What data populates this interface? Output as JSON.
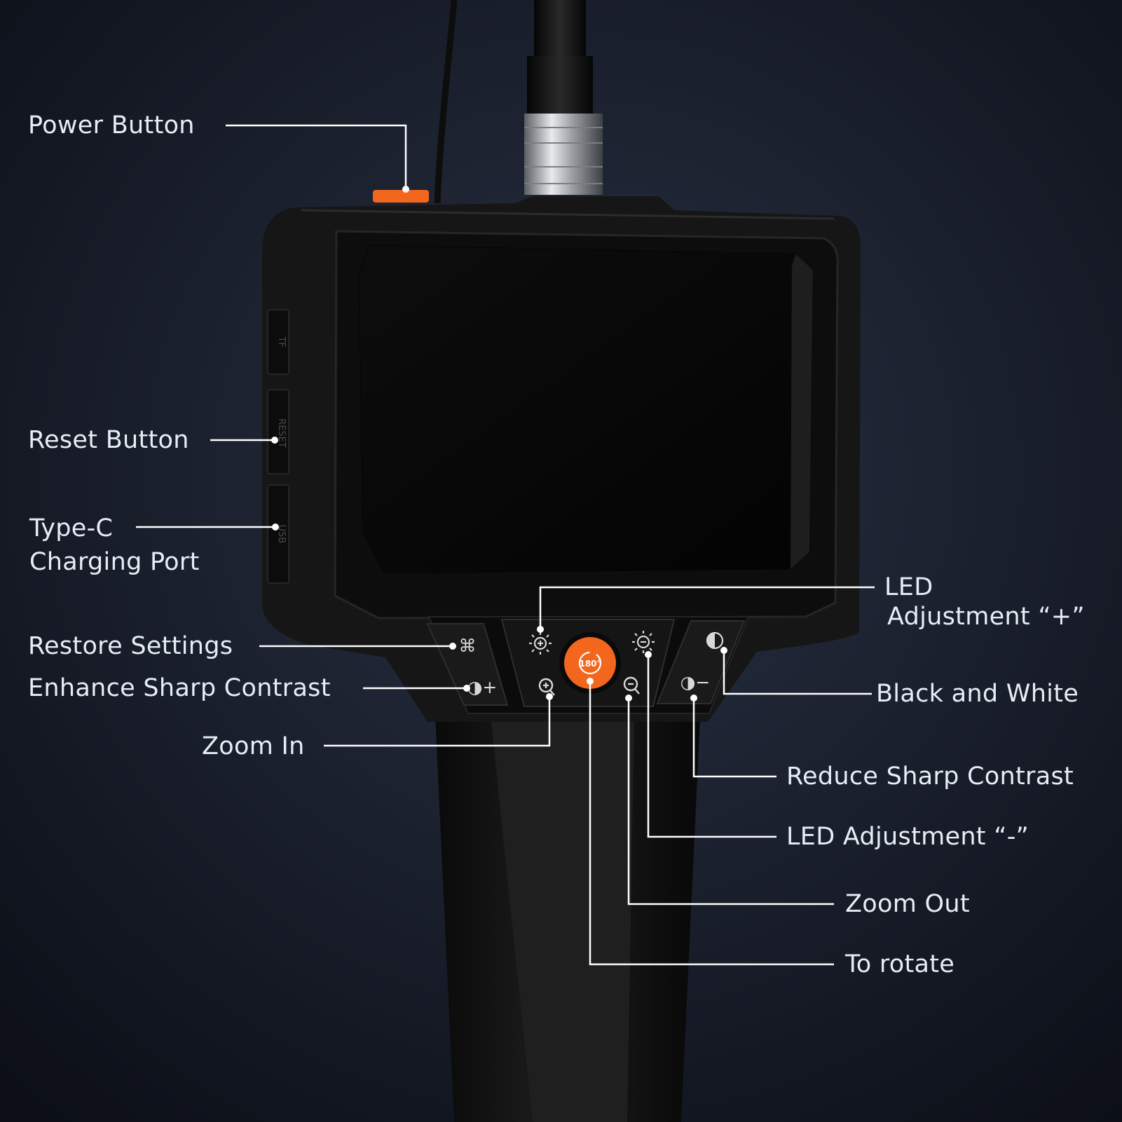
{
  "colors": {
    "background_center": "#283042",
    "background_edge": "#0c0f17",
    "device_body": "#161616",
    "screen": "#050505",
    "accent_orange": "#f2661d",
    "callout": "#ffffff",
    "label_text": "#e6edf6"
  },
  "callouts": {
    "power_button": "Power Button",
    "reset_button": "Reset Button",
    "type_c_line1": "Type-C",
    "type_c_line2": "Charging Port",
    "restore_settings": "Restore Settings",
    "enhance_contrast": "Enhance Sharp Contrast",
    "zoom_in": "Zoom In",
    "led_plus_line1": "LED",
    "led_plus_line2": "Adjustment “+”",
    "black_white": "Black and White",
    "reduce_contrast": "Reduce Sharp Contrast",
    "led_minus": "LED Adjustment “-”",
    "zoom_out": "Zoom Out",
    "rotate": "To rotate"
  },
  "device": {
    "side_port_labels": [
      "TF",
      "RESET",
      "USB"
    ],
    "rotate_button_text": "180°",
    "icons": {
      "restore": "command-key-icon",
      "enhance": "contrast-plus-icon",
      "led_plus": "brightness-plus-icon",
      "zoom_in": "zoom-in-icon",
      "rotate": "rotate-180-icon",
      "led_minus": "brightness-minus-icon",
      "zoom_out": "zoom-out-icon",
      "black_white": "black-white-icon",
      "reduce": "contrast-minus-icon"
    },
    "icon_glyphs": {
      "restore": "⌘",
      "enhance": "◑+",
      "reduce": "◑−"
    }
  }
}
